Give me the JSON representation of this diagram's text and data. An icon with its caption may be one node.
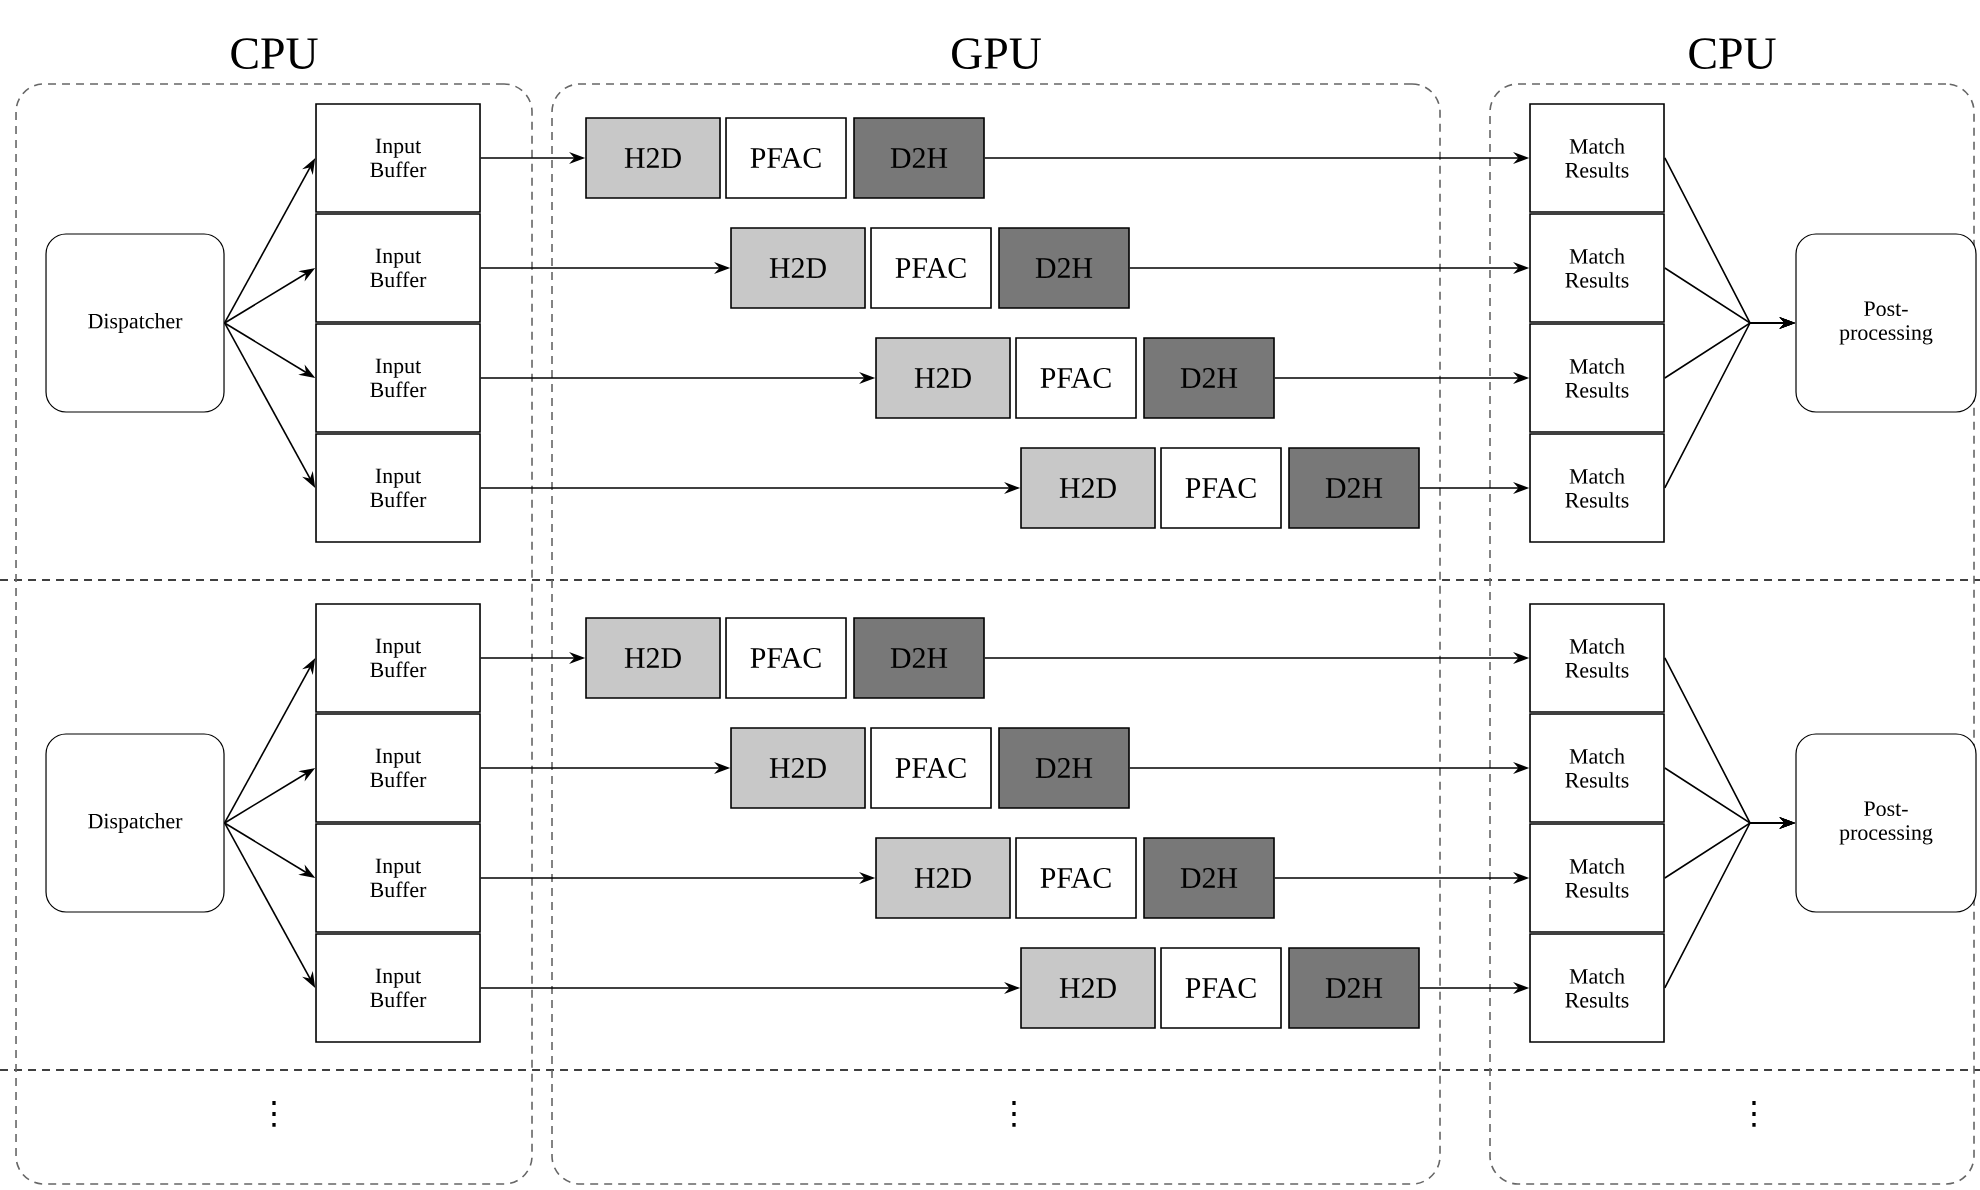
{
  "diagram": {
    "nodes": [
      {
        "text": [
          "CPU"
        ]
      },
      {
        "text": [
          "GPU"
        ]
      },
      {
        "text": [
          "CPU"
        ]
      },
      {
        "text": [
          "Dispatcher"
        ],
        "in": 0
      },
      {
        "text": [
          "Input Buffer"
        ],
        "in": 0
      },
      {
        "text": [
          "Input Buffer"
        ],
        "in": 0
      },
      {
        "text": [
          "Input Buffer"
        ],
        "in": 0
      },
      {
        "text": [
          "Input Buffer"
        ],
        "in": 0
      },
      {
        "text": [
          "H2D"
        ],
        "in": 1
      },
      {
        "text": [
          "PFAC"
        ],
        "in": 1
      },
      {
        "text": [
          "D2H"
        ],
        "in": 1
      },
      {
        "text": [
          "H2D"
        ],
        "in": 1
      },
      {
        "text": [
          "PFAC"
        ],
        "in": 1
      },
      {
        "text": [
          "D2H"
        ],
        "in": 1
      },
      {
        "text": [
          "H2D"
        ],
        "in": 1
      },
      {
        "text": [
          "PFAC"
        ],
        "in": 1
      },
      {
        "text": [
          "D2H"
        ],
        "in": 1
      },
      {
        "text": [
          "H2D"
        ],
        "in": 1
      },
      {
        "text": [
          "PFAC"
        ],
        "in": 1
      },
      {
        "text": [
          "D2H"
        ],
        "in": 1
      },
      {
        "text": [
          "Match Results"
        ],
        "in": 2
      },
      {
        "text": [
          "Match Results"
        ],
        "in": 2
      },
      {
        "text": [
          "Match Results"
        ],
        "in": 2
      },
      {
        "text": [
          "Match Results"
        ],
        "in": 2
      },
      {
        "text": [
          "Post-processing"
        ],
        "in": 2
      },
      {
        "text": [
          "Dispatcher"
        ],
        "in": 0
      },
      {
        "text": [
          "Input Buffer"
        ],
        "in": 0
      },
      {
        "text": [
          "Input Buffer"
        ],
        "in": 0
      },
      {
        "text": [
          "Input Buffer"
        ],
        "in": 0
      },
      {
        "text": [
          "Input Buffer"
        ],
        "in": 0
      },
      {
        "text": [
          "H2D"
        ],
        "in": 1
      },
      {
        "text": [
          "PFAC"
        ],
        "in": 1
      },
      {
        "text": [
          "D2H"
        ],
        "in": 1
      },
      {
        "text": [
          "H2D"
        ],
        "in": 1
      },
      {
        "text": [
          "PFAC"
        ],
        "in": 1
      },
      {
        "text": [
          "D2H"
        ],
        "in": 1
      },
      {
        "text": [
          "H2D"
        ],
        "in": 1
      },
      {
        "text": [
          "PFAC"
        ],
        "in": 1
      },
      {
        "text": [
          "D2H"
        ],
        "in": 1
      },
      {
        "text": [
          "H2D"
        ],
        "in": 1
      },
      {
        "text": [
          "PFAC"
        ],
        "in": 1
      },
      {
        "text": [
          "D2H"
        ],
        "in": 1
      },
      {
        "text": [
          "Match Results"
        ],
        "in": 2
      },
      {
        "text": [
          "Match Results"
        ],
        "in": 2
      },
      {
        "text": [
          "Match Results"
        ],
        "in": 2
      },
      {
        "text": [
          "Match Results"
        ],
        "in": 2
      },
      {
        "text": [
          "Post-processing"
        ],
        "in": 2
      }
    ],
    "edges": [
      {
        "from": 3,
        "to": 4,
        "arrow": "to"
      },
      {
        "from": 3,
        "to": 5,
        "arrow": "to"
      },
      {
        "from": 3,
        "to": 6,
        "arrow": "to"
      },
      {
        "from": 3,
        "to": 7,
        "arrow": "to"
      },
      {
        "from": 4,
        "to": 8,
        "arrow": "to"
      },
      {
        "from": 5,
        "to": 11,
        "arrow": "to"
      },
      {
        "from": 6,
        "to": 14,
        "arrow": "to"
      },
      {
        "from": 7,
        "to": 17,
        "arrow": "to"
      },
      {
        "from": 10,
        "to": 20,
        "arrow": "to"
      },
      {
        "from": 13,
        "to": 21,
        "arrow": "to"
      },
      {
        "from": 16,
        "to": 22,
        "arrow": "to"
      },
      {
        "from": 19,
        "to": 23,
        "arrow": "to"
      },
      {
        "from": 20,
        "to": 24,
        "arrow": "to"
      },
      {
        "from": 21,
        "to": 24,
        "arrow": "to"
      },
      {
        "from": 22,
        "to": 24,
        "arrow": "to"
      },
      {
        "from": 23,
        "to": 24,
        "arrow": "to"
      },
      {
        "from": 25,
        "to": 26,
        "arrow": "to"
      },
      {
        "from": 25,
        "to": 27,
        "arrow": "to"
      },
      {
        "from": 25,
        "to": 28,
        "arrow": "to"
      },
      {
        "from": 25,
        "to": 29,
        "arrow": "to"
      },
      {
        "from": 26,
        "to": 30,
        "arrow": "to"
      },
      {
        "from": 27,
        "to": 33,
        "arrow": "to"
      },
      {
        "from": 28,
        "to": 36,
        "arrow": "to"
      },
      {
        "from": 29,
        "to": 39,
        "arrow": "to"
      },
      {
        "from": 32,
        "to": 42,
        "arrow": "to"
      },
      {
        "from": 35,
        "to": 43,
        "arrow": "to"
      },
      {
        "from": 38,
        "to": 44,
        "arrow": "to"
      },
      {
        "from": 41,
        "to": 45,
        "arrow": "to"
      },
      {
        "from": 42,
        "to": 46,
        "arrow": "to"
      },
      {
        "from": 43,
        "to": 46,
        "arrow": "to"
      },
      {
        "from": 44,
        "to": 46,
        "arrow": "to"
      },
      {
        "from": 45,
        "to": 46,
        "arrow": "to"
      }
    ],
    "labels": [
      "⋮",
      "⋮",
      "⋮"
    ]
  }
}
